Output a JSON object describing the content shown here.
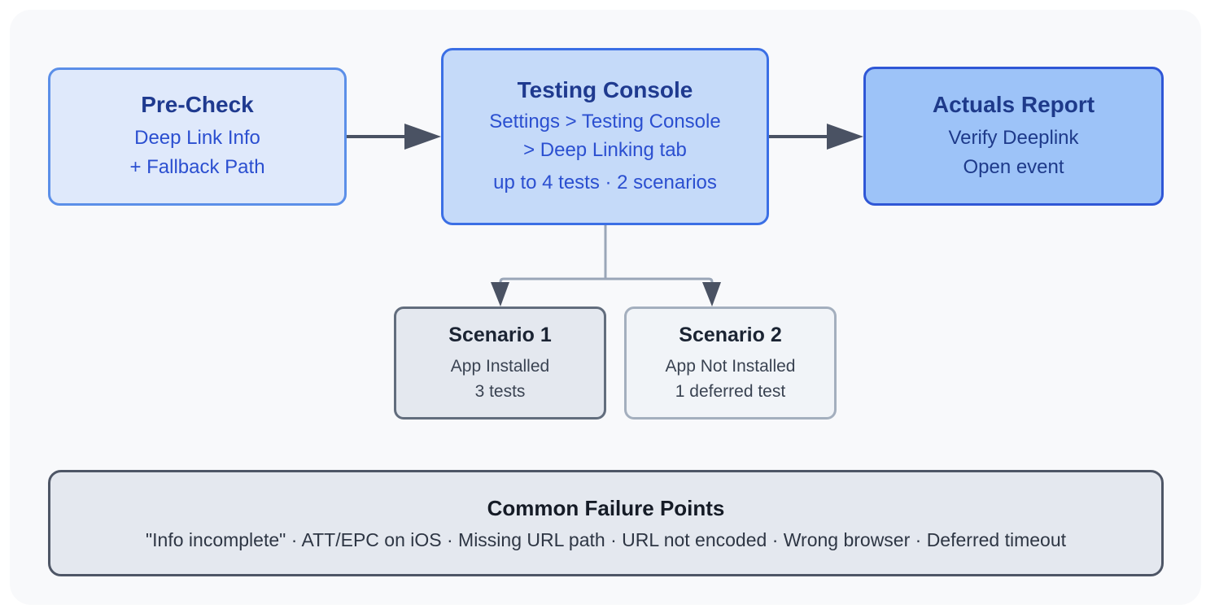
{
  "nodes": {
    "precheck": {
      "title": "Pre-Check",
      "lines": [
        "Deep Link Info",
        "+ Fallback Path"
      ]
    },
    "console": {
      "title": "Testing Console",
      "lines": [
        "Settings > Testing Console",
        "> Deep Linking tab",
        "up to 4 tests · 2 scenarios"
      ]
    },
    "actuals": {
      "title": "Actuals Report",
      "lines": [
        "Verify Deeplink",
        "Open event"
      ]
    },
    "scenario1": {
      "title": "Scenario 1",
      "lines": [
        "App Installed",
        "3 tests"
      ]
    },
    "scenario2": {
      "title": "Scenario 2",
      "lines": [
        "App Not Installed",
        "1 deferred test"
      ]
    },
    "failures": {
      "title": "Common Failure Points",
      "line": "\"Info incomplete\" · ATT/EPC on iOS · Missing URL path · URL not encoded · Wrong browser · Deferred timeout"
    }
  },
  "colors": {
    "background": "#f8f9fb",
    "arrow_main": "#4a5263",
    "arrow_branch": "#9aa6b8",
    "precheck_fill": "#dfe9fb",
    "console_fill": "#c5daf9",
    "actuals_fill": "#9dc3f8"
  }
}
